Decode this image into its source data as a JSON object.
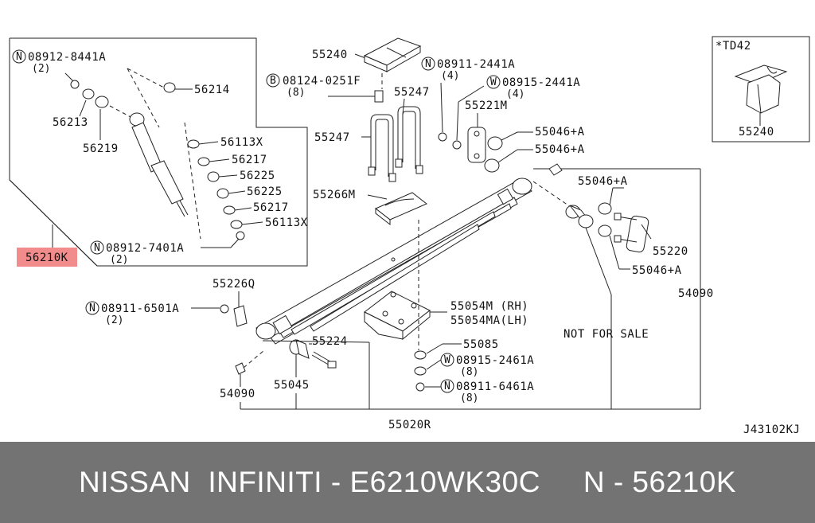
{
  "labels": {
    "n_08912_8441a": "08912-8441A",
    "n_08912_8441a_qty": "(2)",
    "p56214": "56214",
    "p56213": "56213",
    "p56219": "56219",
    "p56113x_a": "56113X",
    "p56217_a": "56217",
    "p56225_a": "56225",
    "p56225_b": "56225",
    "p56217_b": "56217",
    "p56113x_b": "56113X",
    "n_08912_7401a": "08912-7401A",
    "n_08912_7401a_qty": "(2)",
    "p56210k": "56210K",
    "p55240_main": "55240",
    "b_08124_0251f": "08124-0251F",
    "b_08124_0251f_qty": "(8)",
    "p55247_a": "55247",
    "p55247_b": "55247",
    "n_08911_2441a": "08911-2441A",
    "n_08911_2441a_qty": "(4)",
    "w_08915_2441a": "08915-2441A",
    "w_08915_2441a_qty": "(4)",
    "p55221m": "55221M",
    "p55046a_1": "55046+A",
    "p55046a_2": "55046+A",
    "p55046a_3": "55046+A",
    "p55046a_4": "55046+A",
    "p55266m": "55266M",
    "p55220": "55220",
    "p54090_right": "54090",
    "p55226q": "55226Q",
    "n_08911_6501a": "08911-6501A",
    "n_08911_6501a_qty": "(2)",
    "p55054m": "55054M (RH)",
    "p55054ma": "55054MA(LH)",
    "not_for_sale": "NOT FOR SALE",
    "p55224": "55224",
    "p55085": "55085",
    "w_08915_2461a": "08915-2461A",
    "w_08915_2461a_qty": "(8)",
    "n_08911_6461a": "08911-6461A",
    "n_08911_6461a_qty": "(8)",
    "p55045": "55045",
    "p54090_left": "54090",
    "p55020r": "55020R",
    "inset_title": "*TD42",
    "inset_part": "55240",
    "diagram_code": "J43102KJ"
  },
  "badges": {
    "nut": "N",
    "bolt": "B",
    "washer": "W"
  },
  "highlight": {
    "part": "56210K",
    "color": "#f28b8b"
  },
  "footer": {
    "text": "NISSAN  INFINITI - E6210WK30C     N - 56210K",
    "background": "#737373",
    "color": "#ffffff"
  }
}
